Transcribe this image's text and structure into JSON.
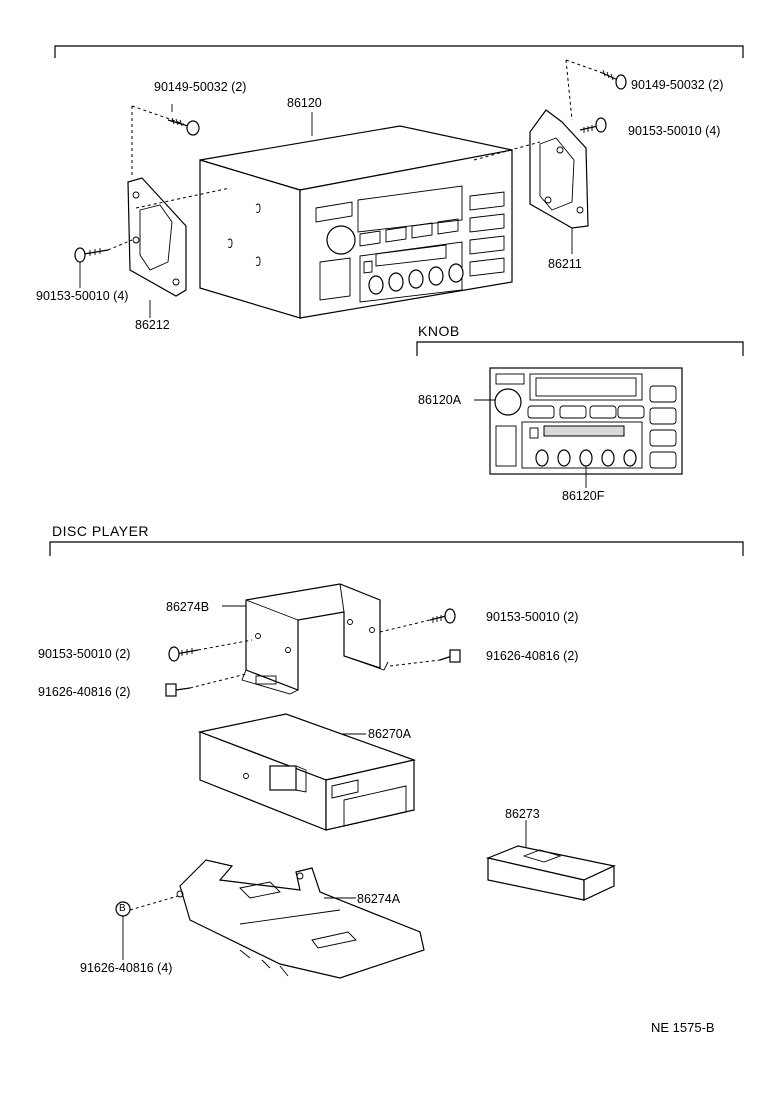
{
  "sections": {
    "knob": "KNOB",
    "disc_player": "DISC PLAYER"
  },
  "parts": {
    "p86120": "86120",
    "p90149_left": "90149-50032 (2)",
    "p90149_right": "90149-50032 (2)",
    "p90153_right_top": "90153-50010 (4)",
    "p90153_left": "90153-50010 (4)",
    "p86212": "86212",
    "p86211": "86211",
    "p86120A": "86120A",
    "p86120F": "86120F",
    "p86274B": "86274B",
    "p90153_disc_right": "90153-50010 (2)",
    "p90153_disc_left": "90153-50010 (2)",
    "p91626_disc_right": "91626-40816 (2)",
    "p91626_disc_left": "91626-40816 (2)",
    "p86270A": "86270A",
    "p86273": "86273",
    "p86274A": "86274A",
    "p91626_bottom": "91626-40816 (4)",
    "ref_b": "B"
  },
  "footer": {
    "code": "NE  1575-B"
  }
}
